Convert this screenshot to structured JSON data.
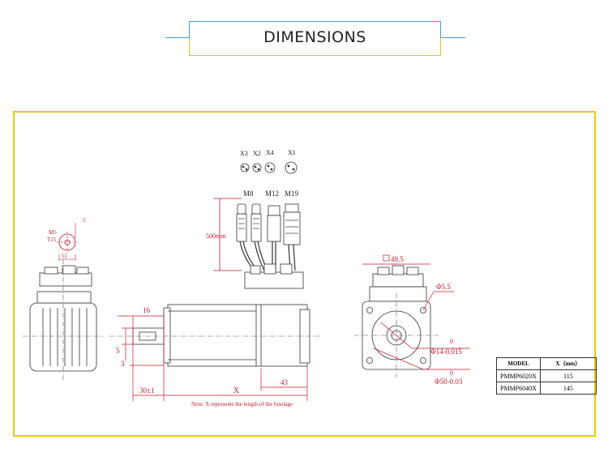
{
  "title": "DIMENSIONS",
  "connectors_top": [
    "X3",
    "X2",
    "X4",
    "X1"
  ],
  "connectors": [
    "M8",
    "M12",
    "M19"
  ],
  "cable_length": "500mm",
  "shaft_tolerance_view": {
    "thread": "M5",
    "depth": "T15",
    "key": "5",
    "width": "11"
  },
  "side_dims": {
    "d16": "16",
    "d5": "5",
    "d3": "3",
    "d30": "30±1",
    "dX": "X",
    "d43": "43"
  },
  "note": "Note: X represents the length of the fuselage",
  "flange": {
    "square": "49.5",
    "hole": "Φ5.5",
    "shaft_tol_upper": "0",
    "shaft": "Φ14-0.015",
    "pilot_tol_upper": "0",
    "pilot": "Φ50-0.03"
  },
  "table": {
    "headers": [
      "MODEL",
      "X（mm）"
    ],
    "rows": [
      [
        "PMMP6020X",
        "115"
      ],
      [
        "PMMP6040X",
        "145"
      ]
    ]
  },
  "colors": {
    "dims": "#c0182a",
    "lines": "#333333",
    "frame": "#f0c800",
    "accent": "#3aa0d0"
  }
}
